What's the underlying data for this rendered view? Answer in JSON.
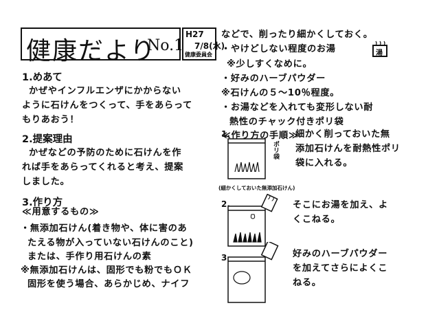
{
  "header": {
    "title": "健康だより",
    "number": "No.1",
    "year": "H27",
    "date": "7/8(水)",
    "issuer": "健康委員会"
  },
  "sections": {
    "aim_heading": "1.めあて",
    "aim_text": [
      "かぜやインフルエンザにかからない",
      "ように石けんをつくって、手をあらって",
      "もりあおう！"
    ],
    "reason_heading": "2.提案理由",
    "reason_text": [
      "かぜなどの予防のために石けんを作",
      "れば手をあらってくれると考え、提案",
      "しました。"
    ],
    "method_heading": "3.作り方",
    "materials_heading": "≪用意するもの≫",
    "materials_text": [
      "・無添加石けん(着き物や、体に害のあ",
      "たえる物が入っていない石けんのこと)",
      "または、手作り用石けんの素",
      "※無添加石けんは、固形でも粉でもＯＫ",
      "固形を使う場合、あらかじめ、ナイフ"
    ]
  },
  "right_column": {
    "lines": [
      "などで、削ったり細かくしておく。",
      "・やけどしない程度のお湯",
      "※少しすくなめに。",
      "・好みのハーブパウダー",
      "※石けんの５～10％程度。",
      "・お湯などを入れても変形しない耐",
      "熱性のチャック付きポリ袋"
    ],
    "howto_heading": "≪作り方の手順≫",
    "steps": [
      {
        "num": "1.",
        "lines": [
          "細かく削っておいた無",
          "添加石けんを耐熱性ポリ",
          "袋に入れる。"
        ],
        "side_label": "ポリ袋",
        "caption": "(細かくしておいた無添加石けん)"
      },
      {
        "num": "2.",
        "lines": [
          "そこにお湯を加え、よ",
          "くこねる。"
        ]
      },
      {
        "num": "3.",
        "lines": [
          "好みのハーブパウダー",
          "を加えてさらによくこ",
          "ねる。"
        ]
      }
    ],
    "hot_water_label": "湯"
  }
}
